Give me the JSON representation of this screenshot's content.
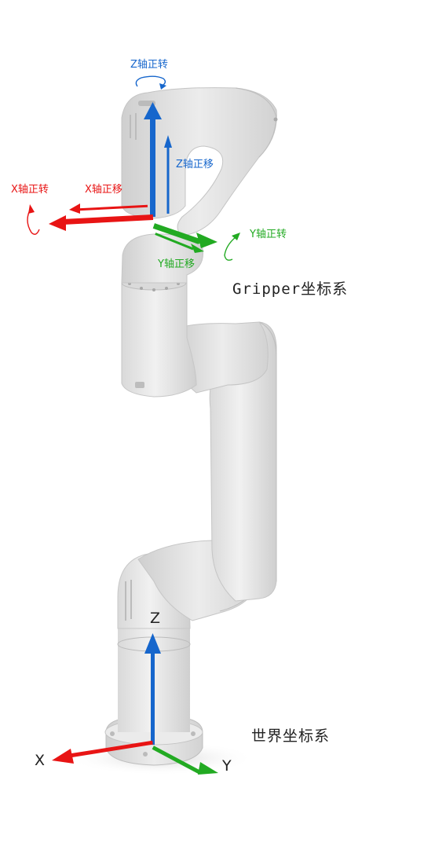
{
  "colors": {
    "x_axis": "#e81414",
    "y_axis": "#22aa22",
    "z_axis": "#1666cc",
    "robot_body": "#e3e3e3",
    "robot_shadow": "#c9c9c9"
  },
  "gripper_frame": {
    "title": "Gripper坐标系",
    "z_rotate": "Z轴正转",
    "z_translate": "Z轴正移",
    "x_rotate": "X轴正转",
    "x_translate": "X轴正移",
    "y_rotate": "Y轴正转",
    "y_translate": "Y轴正移"
  },
  "world_frame": {
    "title": "世界坐标系",
    "x": "X",
    "y": "Y",
    "z": "Z"
  }
}
